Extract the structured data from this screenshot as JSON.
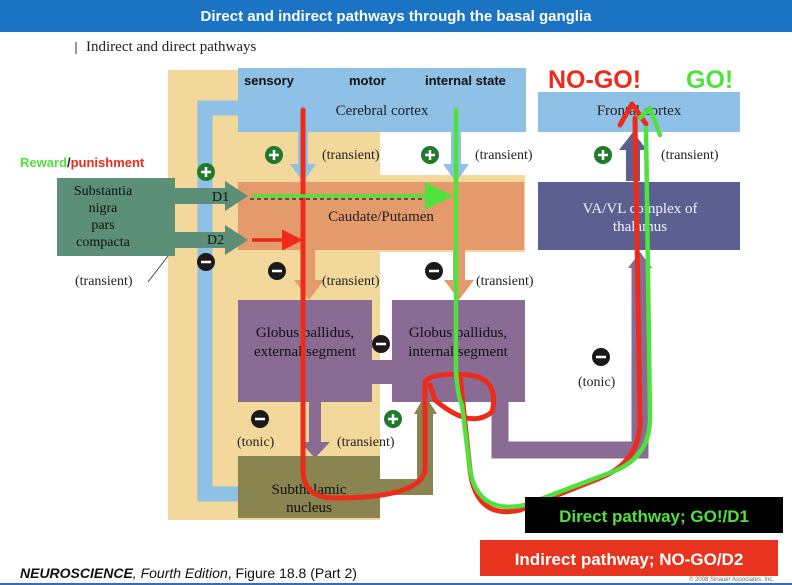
{
  "slide_title": "Direct and indirect pathways through the basal ganglia",
  "figure_heading": "Indirect and direct pathways",
  "cortex_inputs": [
    "sensory",
    "motor",
    "internal state"
  ],
  "decision_labels": {
    "no_go": "NO-GO!",
    "go": "GO!"
  },
  "reward": {
    "reward": "Reward",
    "separator": "/",
    "punishment": "punishment"
  },
  "nodes": {
    "cerebral_cortex": "Cerebral cortex",
    "frontal_cortex": "Frontal cortex",
    "snc_lines": [
      "Substantia",
      "nigra",
      "pars",
      "compacta"
    ],
    "d1": "D1",
    "d2": "D2",
    "caudate_putamen": "Caudate/Putamen",
    "vavl_lines": [
      "VA/VL complex of",
      "thalamus"
    ],
    "gpe_lines": [
      "Globus pallidus,",
      "external segment"
    ],
    "gpi_lines": [
      "Globus pallidus,",
      "internal segment"
    ],
    "stn_lines": [
      "Subthalamic",
      "nucleus"
    ]
  },
  "signal_labels": {
    "transient": "(transient)",
    "tonic": "(tonic)"
  },
  "pathway_legend": {
    "direct": "Direct pathway; GO!/D1",
    "indirect": "Indirect pathway; NO-GO/D2"
  },
  "caption": {
    "title": "NEUROSCIENCE",
    "rest": ", Fourth Edition",
    "figure": ", Figure 18.8 (Part 2)"
  },
  "copyright": "© 2008 Sinauer Associates, Inc.",
  "colors": {
    "title_bar": "#1b73c4",
    "cortex": "#8fc0e6",
    "striatum": "#e59a6b",
    "thalamus": "#5b6090",
    "pallidus": "#8a6b93",
    "stn": "#8a8450",
    "snc": "#5b8f78",
    "backdrop": "#f2d89a",
    "direct": "#4fe23d",
    "indirect": "#ee2b1a"
  }
}
